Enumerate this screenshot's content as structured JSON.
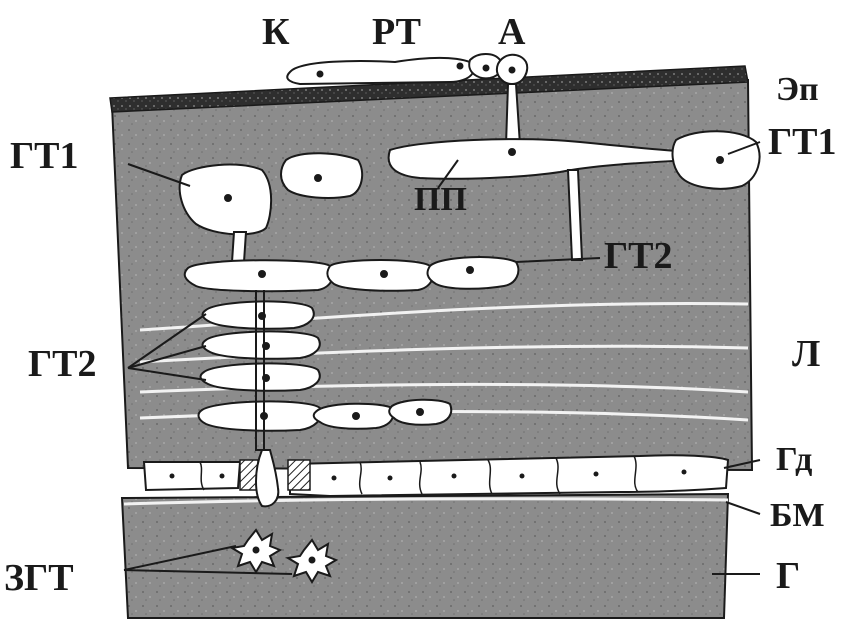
{
  "labels": {
    "k": "К",
    "rt": "РТ",
    "a": "А",
    "ep": "Эп",
    "gt1_left": "ГТ1",
    "gt1_right": "ГТ1",
    "pp": "ПП",
    "gt2_right": "ГТ2",
    "gt2_left": "ГТ2",
    "l": "Л",
    "gd": "Гд",
    "bm": "БМ",
    "zgt": "ЗГТ",
    "g": "Г"
  },
  "colors": {
    "tissue": "#8a8a8a",
    "tissue_dark": "#5e5e5e",
    "cell": "#ffffff",
    "outline": "#1a1a1a",
    "epithelium": "#2b2b2b"
  }
}
